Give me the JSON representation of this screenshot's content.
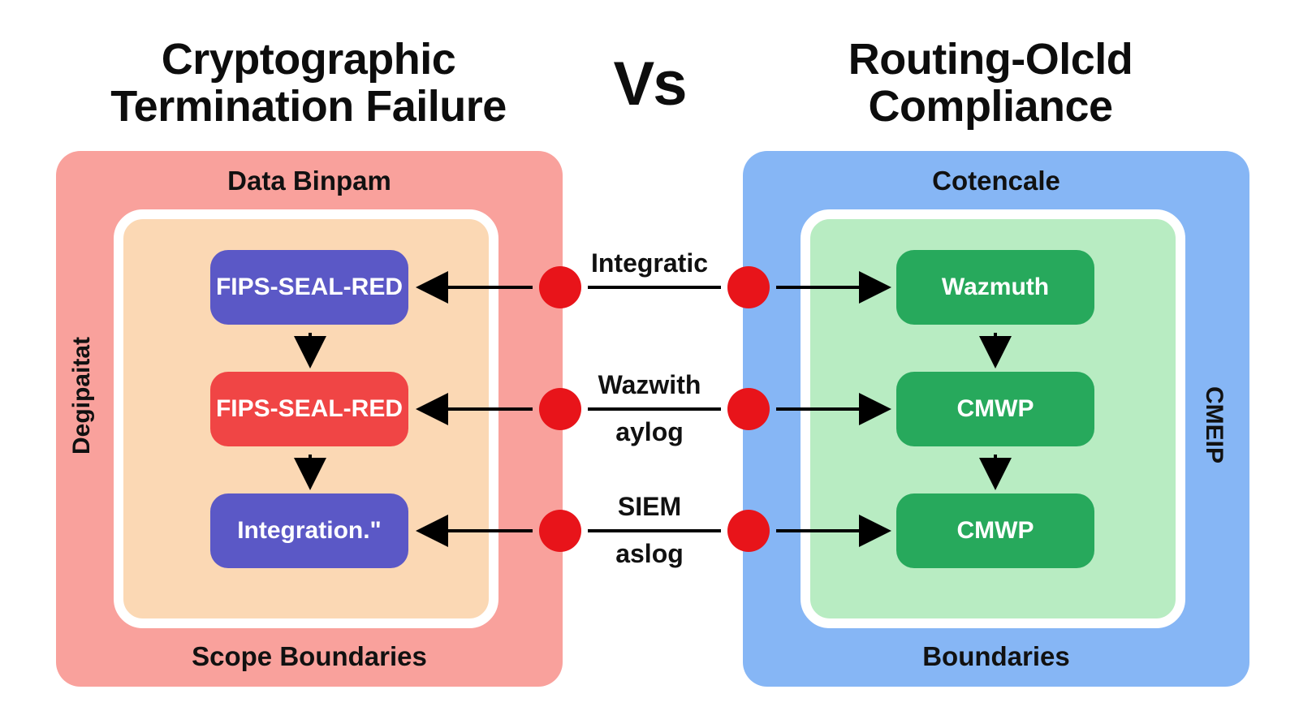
{
  "title_left": {
    "line1": "Cryptographic",
    "line2": "Termination Failure"
  },
  "vs": "Vs",
  "title_right": {
    "line1": "Routing-Olcld",
    "line2": "Compliance"
  },
  "left_panel": {
    "header": "Data Binpam",
    "side_label": "Degipaitat",
    "footer": "Scope Boundaries",
    "nodes": [
      "FIPS-SEAL-RED",
      "FIPS-SEAL-RED",
      "Integration.\""
    ]
  },
  "right_panel": {
    "header": "Cotencale",
    "side_label": "CMEIP",
    "footer": "Boundaries",
    "nodes": [
      "Wazmuth",
      "CMWP",
      "CMWP"
    ]
  },
  "middle_labels": {
    "row1_top": "Integratic",
    "row2_top": "Wazwith",
    "row2_bottom": "aylog",
    "row3_top": "SIEM",
    "row3_bottom": "aslog"
  },
  "colors": {
    "left_panel": "#f9a19c",
    "left_inner": "#fbd8b4",
    "right_panel": "#86b6f5",
    "right_inner": "#b8ecc2",
    "node_purple": "#5b58c6",
    "node_red": "#f04545",
    "node_green": "#27a95c",
    "connector_dot": "#e8141a"
  }
}
